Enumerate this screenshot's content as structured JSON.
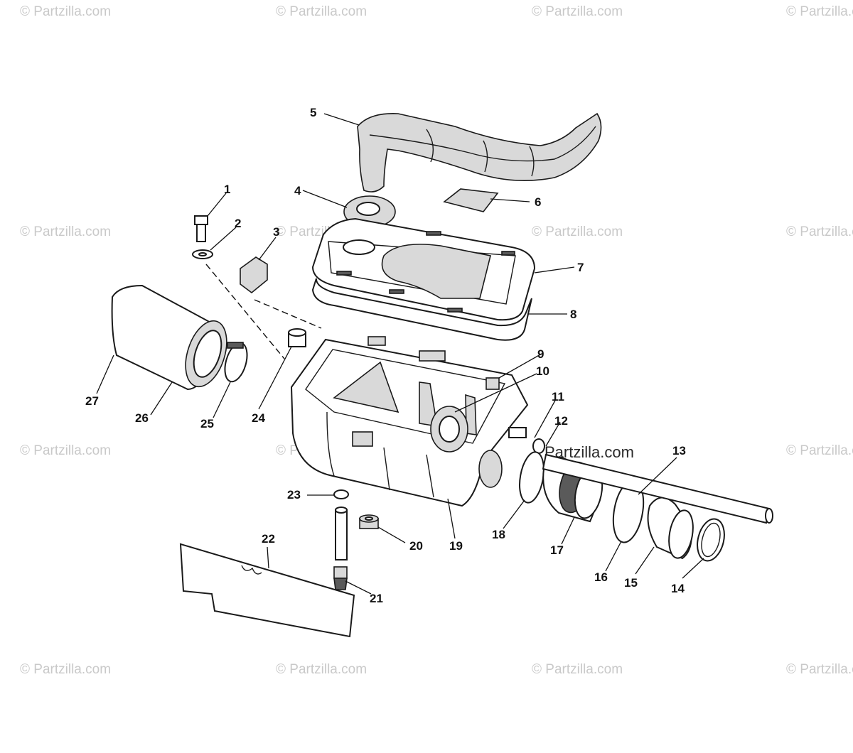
{
  "watermark": {
    "text": "© Partzilla.com"
  },
  "brand": {
    "text": "Partzilla.com"
  },
  "callouts": [
    "1",
    "2",
    "3",
    "4",
    "5",
    "6",
    "7",
    "8",
    "9",
    "10",
    "11",
    "12",
    "13",
    "14",
    "15",
    "16",
    "17",
    "18",
    "19",
    "20",
    "21",
    "22",
    "23",
    "24",
    "25",
    "26",
    "27"
  ],
  "colors": {
    "line": "#1a1a1a",
    "shade": "#d9d9d9",
    "watermark": "#c9c9c9"
  }
}
